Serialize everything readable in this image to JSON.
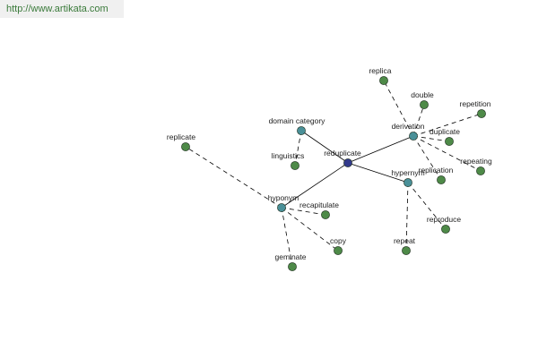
{
  "banner": {
    "url_text": "http://www.artikata.com"
  },
  "colors": {
    "center": "#333a8c",
    "relation": "#4a9098",
    "leaf": "#4e8a48",
    "edge": "#000000"
  },
  "graph": {
    "center": {
      "id": "reduplicate",
      "label": "reduplicate"
    },
    "relations": [
      {
        "id": "domain_category",
        "label": "domain category"
      },
      {
        "id": "derivation",
        "label": "derivation"
      },
      {
        "id": "hypernym",
        "label": "hypernym"
      },
      {
        "id": "hyponym",
        "label": "hyponym"
      }
    ],
    "leaves": [
      {
        "id": "linguistics",
        "label": "linguistics",
        "parent": "domain_category"
      },
      {
        "id": "replica",
        "label": "replica",
        "parent": "derivation"
      },
      {
        "id": "double",
        "label": "double",
        "parent": "derivation"
      },
      {
        "id": "repetition",
        "label": "repetition",
        "parent": "derivation"
      },
      {
        "id": "duplicate",
        "label": "duplicate",
        "parent": "derivation"
      },
      {
        "id": "repeating",
        "label": "repeating",
        "parent": "derivation"
      },
      {
        "id": "replication",
        "label": "replication",
        "parent": "derivation"
      },
      {
        "id": "reproduce",
        "label": "reproduce",
        "parent": "hypernym"
      },
      {
        "id": "repeat",
        "label": "repeat",
        "parent": "hypernym"
      },
      {
        "id": "replicate",
        "label": "replicate",
        "parent": "hyponym"
      },
      {
        "id": "recapitulate",
        "label": "recapitulate",
        "parent": "hyponym"
      },
      {
        "id": "copy",
        "label": "copy",
        "parent": "hyponym"
      },
      {
        "id": "geminate",
        "label": "geminate",
        "parent": "hyponym"
      }
    ]
  }
}
